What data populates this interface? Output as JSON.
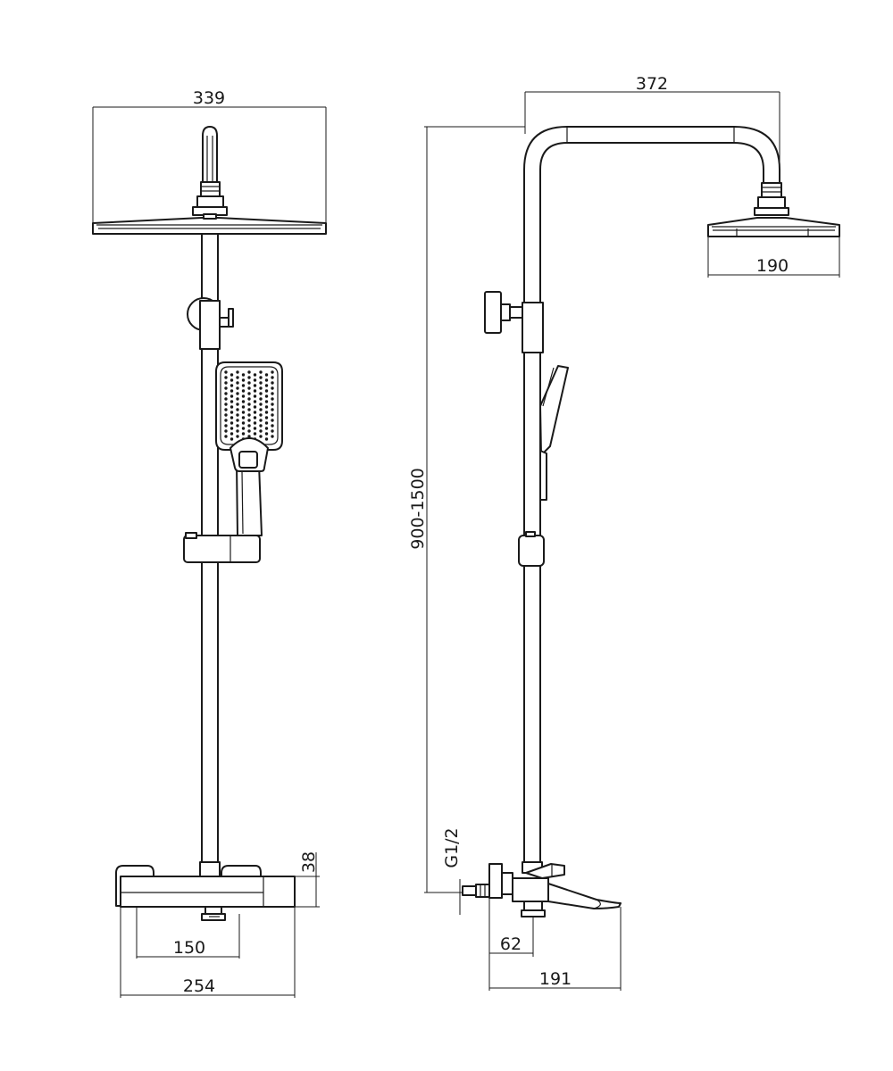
{
  "dimensions": {
    "front_head_width": "339",
    "side_arm_reach": "372",
    "side_head_diameter": "190",
    "height_range": "900-1500",
    "thread_size": "G1/2",
    "mixer_depth": "38",
    "inlet_spacing": "150",
    "mixer_width": "254",
    "inlet_offset": "62",
    "spout_reach": "191"
  },
  "colors": {
    "line": "#1a1a1a",
    "background": "#ffffff"
  }
}
